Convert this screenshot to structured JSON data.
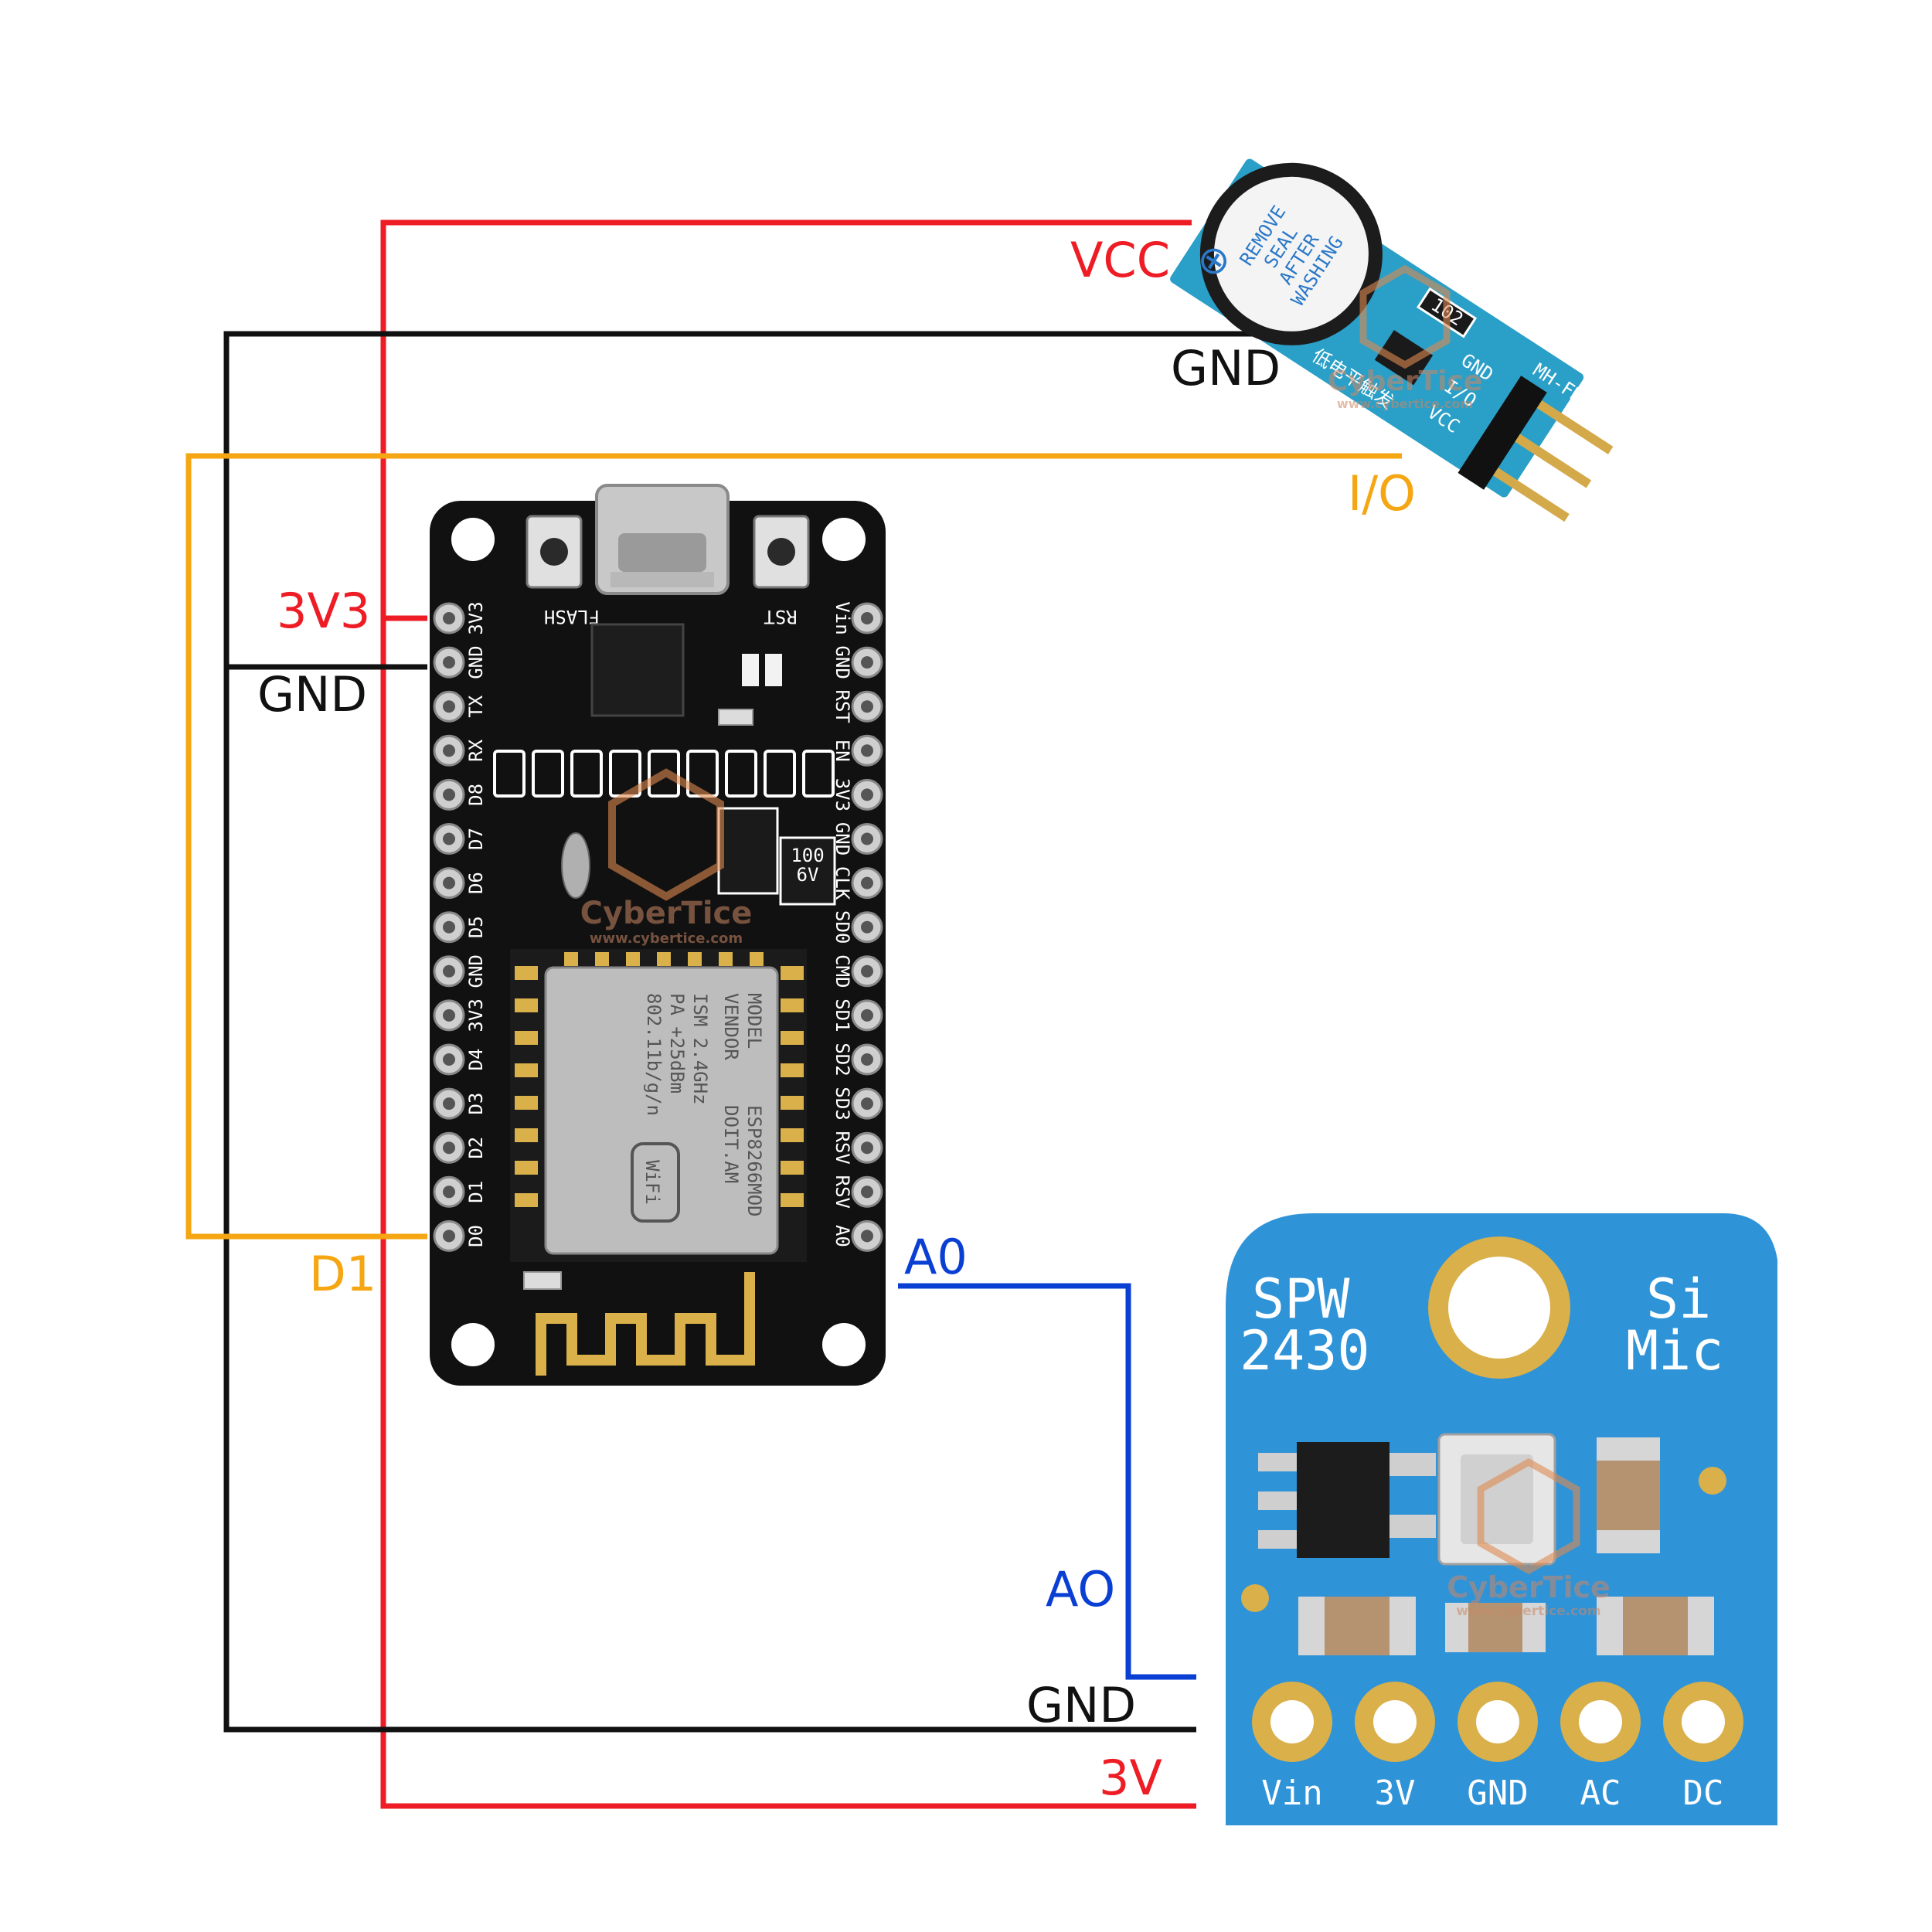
{
  "colors": {
    "power": "#ee1c24",
    "ground": "#111111",
    "signal_digital": "#f5a612",
    "signal_analog": "#0a3fd4",
    "pcb_black": "#111111",
    "pcb_blue": "#2f93d8",
    "buzzer_pcb": "#2a9fc7"
  },
  "labels": {
    "buzzer_vcc": "VCC",
    "buzzer_gnd": "GND",
    "buzzer_io": "I/O",
    "node_3v3": "3V3",
    "node_gnd": "GND",
    "node_d1": "D1",
    "node_a0": "A0",
    "mic_ao": "AO",
    "mic_gnd": "GND",
    "mic_3v": "3V"
  },
  "nodemcu": {
    "left_pins": [
      "3V3",
      "GND",
      "TX",
      "RX",
      "D8",
      "D7",
      "D6",
      "D5",
      "GND",
      "3V3",
      "D4",
      "D3",
      "D2",
      "D1",
      "D0"
    ],
    "right_pins": [
      "Vin",
      "GND",
      "RST",
      "EN",
      "3V3",
      "GND",
      "CLK",
      "SD0",
      "CMD",
      "SD1",
      "SD2",
      "SD3",
      "RSV",
      "RSV",
      "A0"
    ],
    "button_left": "FLASH",
    "button_right": "RST",
    "module_lines": [
      "MODEL",
      "VENDOR",
      "ESP8266MOD",
      "DOIT.AM",
      "ISM 2.4GHz",
      "PA +25dBm",
      "802.11b/g/n"
    ],
    "wifi_logo": "WiFi",
    "cap_lines": [
      "100",
      "6V"
    ]
  },
  "buzzer": {
    "seal_lines": [
      "REMOVE",
      "SEAL",
      "AFTER",
      "WASHING"
    ],
    "pins": [
      "GND",
      "I/O",
      "VCC"
    ],
    "model": "MH-FMD",
    "chinese": "低电平触发",
    "resistor": "102"
  },
  "mic": {
    "title_left": [
      "SPW",
      "2430"
    ],
    "title_right": [
      "Si",
      "Mic"
    ],
    "pins": [
      "Vin",
      "3V",
      "GND",
      "AC",
      "DC"
    ]
  },
  "watermark": {
    "brand": "CyberTice",
    "url": "www.cybertice.com"
  }
}
